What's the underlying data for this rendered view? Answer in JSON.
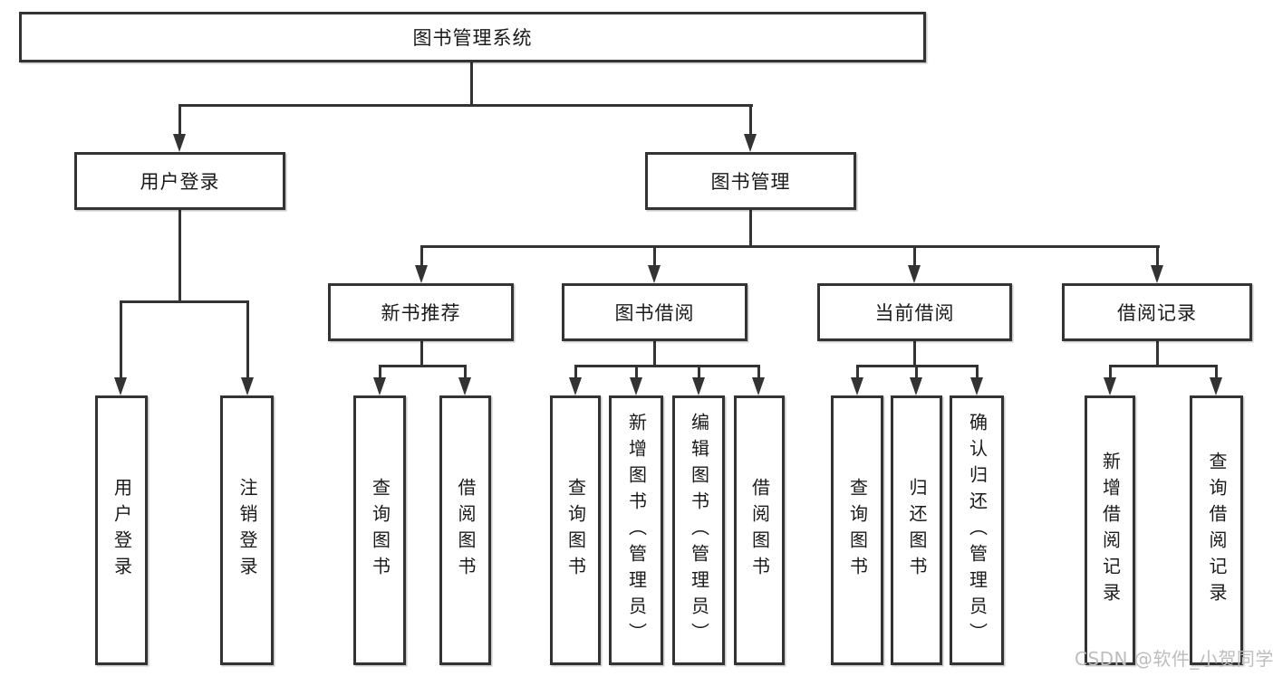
{
  "diagram": {
    "root": {
      "label": "图书管理系统"
    },
    "branches": [
      {
        "label": "用户登录",
        "children": [
          {
            "label": "用户登录"
          },
          {
            "label": "注销登录"
          }
        ]
      },
      {
        "label": "图书管理",
        "children": [
          {
            "label": "新书推荐",
            "children": [
              {
                "label": "查询图书"
              },
              {
                "label": "借阅图书"
              }
            ]
          },
          {
            "label": "图书借阅",
            "children": [
              {
                "label": "查询图书"
              },
              {
                "label": "新增图书（管理员）"
              },
              {
                "label": "编辑图书（管理员）"
              },
              {
                "label": "借阅图书"
              }
            ]
          },
          {
            "label": "当前借阅",
            "children": [
              {
                "label": "查询图书"
              },
              {
                "label": "归还图书"
              },
              {
                "label": "确认归还（管理员）"
              }
            ]
          },
          {
            "label": "借阅记录",
            "children": [
              {
                "label": "新增借阅记录"
              },
              {
                "label": "查询借阅记录"
              }
            ]
          }
        ]
      }
    ]
  },
  "watermark": {
    "text": "CSDN @软件_小贺同学"
  },
  "colors": {
    "line": "#333333",
    "node_border": "#333333",
    "node_text": "#1a1a1a",
    "watermark": "#bdbdbd",
    "background": "#ffffff"
  }
}
